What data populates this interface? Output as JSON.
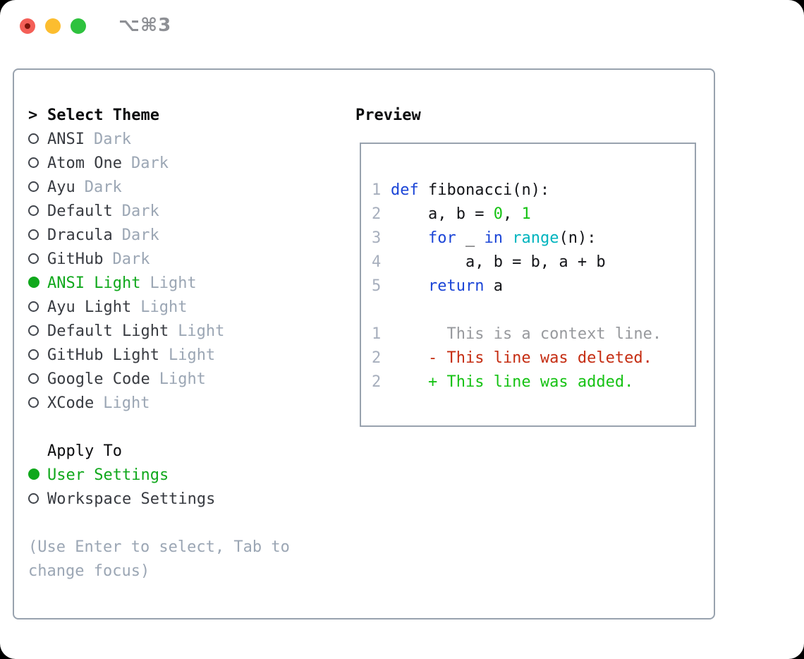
{
  "titlebar": {
    "shortcut": "⌥⌘3"
  },
  "theme_panel": {
    "header_marker": ">",
    "header": "Select Theme",
    "items": [
      {
        "name": "ANSI",
        "variant": "Dark",
        "selected": false
      },
      {
        "name": "Atom One",
        "variant": "Dark",
        "selected": false
      },
      {
        "name": "Ayu",
        "variant": "Dark",
        "selected": false
      },
      {
        "name": "Default",
        "variant": "Dark",
        "selected": false
      },
      {
        "name": "Dracula",
        "variant": "Dark",
        "selected": false
      },
      {
        "name": "GitHub",
        "variant": "Dark",
        "selected": false
      },
      {
        "name": "ANSI Light",
        "variant": "Light",
        "selected": true
      },
      {
        "name": "Ayu Light",
        "variant": "Light",
        "selected": false
      },
      {
        "name": "Default Light",
        "variant": "Light",
        "selected": false
      },
      {
        "name": "GitHub Light",
        "variant": "Light",
        "selected": false
      },
      {
        "name": "Google Code",
        "variant": "Light",
        "selected": false
      },
      {
        "name": "XCode",
        "variant": "Light",
        "selected": false
      }
    ]
  },
  "apply_panel": {
    "header": "Apply To",
    "options": [
      {
        "label": "User Settings",
        "selected": true
      },
      {
        "label": "Workspace Settings",
        "selected": false
      }
    ]
  },
  "help": {
    "line1": "(Use Enter to select, Tab to",
    "line2": "change focus)"
  },
  "preview": {
    "header": "Preview",
    "code": {
      "l1": {
        "n": "1",
        "k": "def",
        "p": " fibonacci(n):"
      },
      "l2": {
        "n": "2",
        "p1": "    a, b = ",
        "v1": "0",
        "p2": ", ",
        "v2": "1"
      },
      "l3": {
        "n": "3",
        "p1": "    ",
        "k1": "for",
        "p2": " _ ",
        "k2": "in",
        "p3": " ",
        "f": "range",
        "p4": "(n):"
      },
      "l4": {
        "n": "4",
        "p": "        a, b = b, a + b"
      },
      "l5": {
        "n": "5",
        "p1": "    ",
        "k": "return",
        "p2": " a"
      }
    },
    "diff": {
      "context": {
        "n": "1",
        "t": "      This is a context line."
      },
      "deleted": {
        "n": "2",
        "t": "    - This line was deleted."
      },
      "added": {
        "n": "2",
        "t": "    + This line was added."
      }
    }
  },
  "colors": {
    "accent_green": "#10a81c",
    "bright_green": "#16c214",
    "diff_red": "#c52d12",
    "keyword_blue": "#1b45d7",
    "builtin_cyan": "#00b4be",
    "muted_gray": "#9ba6b4",
    "line_number_gray": "#a7afbd",
    "border_gray": "#98a2ae",
    "traffic_red": "#f45f57",
    "traffic_yellow": "#fcbd2f",
    "traffic_green": "#2ec23e"
  }
}
